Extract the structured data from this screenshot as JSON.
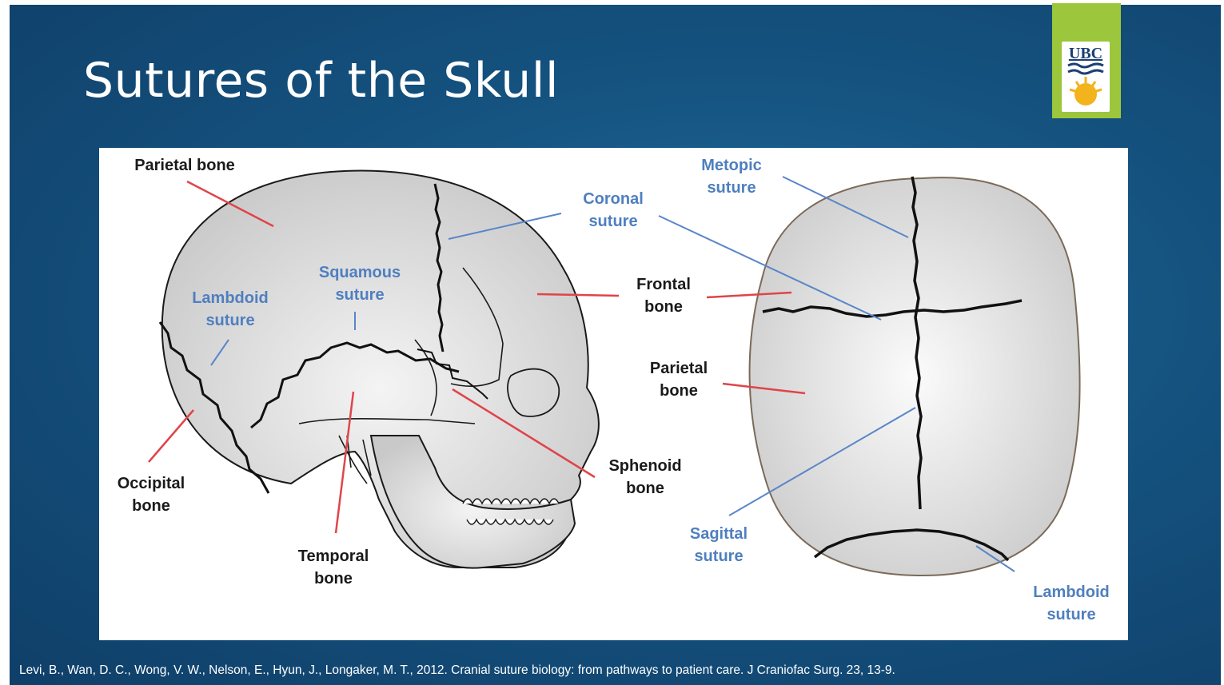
{
  "slide": {
    "title": "Sutures of the Skull",
    "logo_text": "UBC",
    "citation": "Levi, B., Wan, D. C., Wong, V. W., Nelson, E., Hyun, J., Longaker, M. T., 2012. Cranial suture biology: from pathways to patient care. J Craniofac Surg. 23, 13-9."
  },
  "lateral_view": {
    "labels": {
      "parietal_bone": "Parietal bone",
      "coronal_suture": "Coronal\nsuture",
      "squamous_suture": "Squamous\nsuture",
      "lambdoid_suture": "Lambdoid\nsuture",
      "frontal_bone": "Frontal\nbone",
      "occipital_bone": "Occipital\nbone",
      "temporal_bone": "Temporal\nbone",
      "sphenoid_bone": "Sphenoid\nbone"
    }
  },
  "top_view": {
    "labels": {
      "metopic_suture": "Metopic\nsuture",
      "parietal_bone": "Parietal\nbone",
      "sagittal_suture": "Sagittal\nsuture",
      "lambdoid_suture": "Lambdoid\nsuture"
    }
  },
  "colors": {
    "bone_label": "#1a1a1a",
    "suture_label": "#4f7fbf",
    "bone_pointer": "#e0444a",
    "suture_pointer": "#5a86c8",
    "background": "#15527f",
    "logo_green": "#9cc63b"
  }
}
